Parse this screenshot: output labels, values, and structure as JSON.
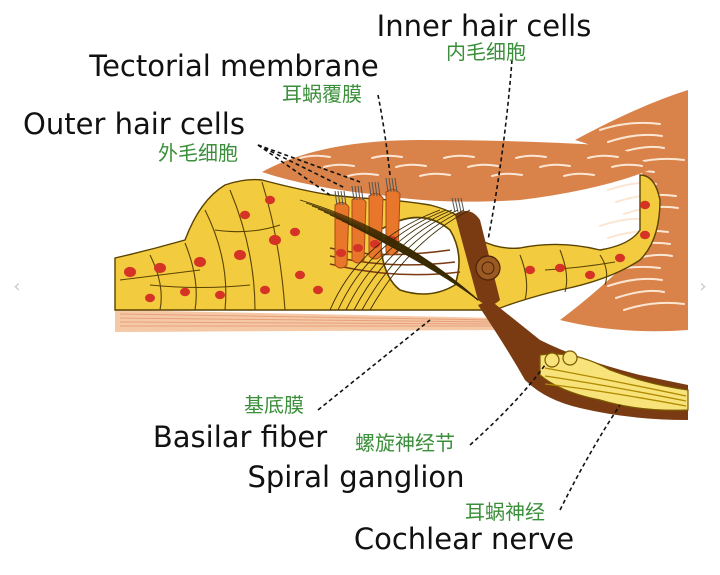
{
  "nav": {
    "prev": "‹",
    "next": "›"
  },
  "colors": {
    "tectorial": "#d9834a",
    "tectorial_line": "#fbe6d4",
    "support": "#f2cb3f",
    "support_line": "#5a4300",
    "nucleus": "#d43325",
    "hair_cell": "#e8772c",
    "nerve": "#7a3b12",
    "ganglion_fill": "#f8e27a",
    "basilar": "#f5c8a6",
    "zh_text": "#3b8f3b"
  },
  "labels": {
    "inner_hair_cells": {
      "en": "Inner hair cells",
      "zh": "内毛细胞"
    },
    "tectorial_membrane": {
      "en": "Tectorial membrane",
      "zh": "耳蜗覆膜"
    },
    "outer_hair_cells": {
      "en": "Outer hair cells",
      "zh": "外毛细胞"
    },
    "basilar_fiber": {
      "en": "Basilar fiber",
      "zh": "基底膜"
    },
    "spiral_ganglion": {
      "en": "Spiral ganglion",
      "zh": "螺旋神经节"
    },
    "cochlear_nerve": {
      "en": "Cochlear nerve",
      "zh": "耳蜗神经"
    }
  }
}
